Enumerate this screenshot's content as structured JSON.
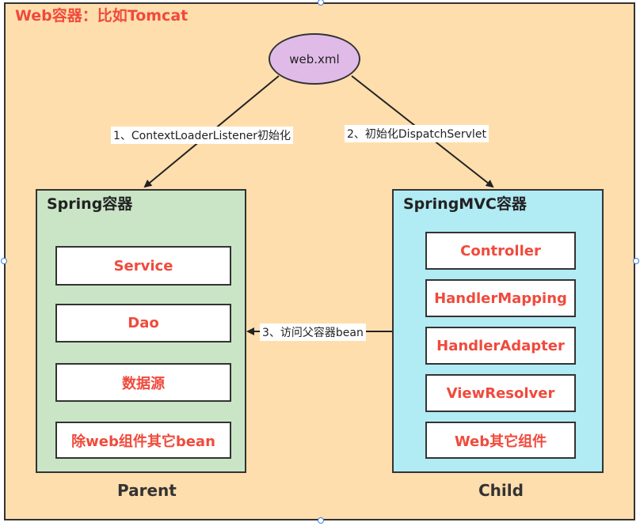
{
  "title": "Web容器：比如Tomcat",
  "root_node": "web.xml",
  "edges": {
    "left": "1、ContextLoaderListener初始化",
    "right": "2、初始化DispatchServlet",
    "middle": "3、访问父容器bean"
  },
  "spring": {
    "title": "Spring容器",
    "items": [
      "Service",
      "Dao",
      "数据源",
      "除web组件其它bean"
    ],
    "footer": "Parent"
  },
  "mvc": {
    "title": "SpringMVC容器",
    "items": [
      "Controller",
      "HandlerMapping",
      "HandlerAdapter",
      "ViewResolver",
      "Web其它组件"
    ],
    "footer": "Child"
  },
  "colors": {
    "background": "#ffdead",
    "title_red": "#f04a3c",
    "spring_fill": "#c9e5c6",
    "mvc_fill": "#b1ebf3",
    "root_fill": "#e0bbe8"
  }
}
